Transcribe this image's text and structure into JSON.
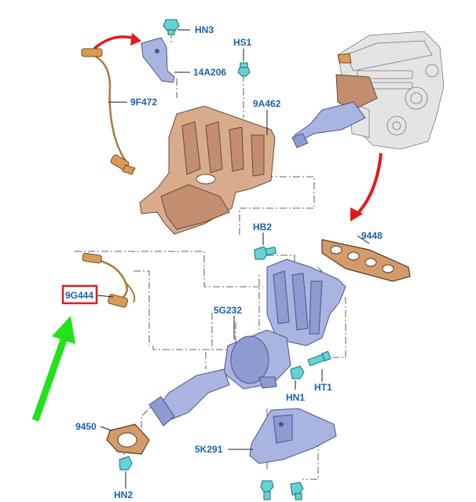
{
  "labels": {
    "hn3": "HN3",
    "hs1": "HS1",
    "a14206": "14A206",
    "f9472": "9F472",
    "a9462": "9A462",
    "hb2": "HB2",
    "n9448": "9448",
    "g9444": "9G444",
    "g5232": "5G232",
    "hn1": "HN1",
    "ht1": "HT1",
    "n9450": "9450",
    "k5291": "5K291",
    "hn2": "HN2"
  },
  "colors": {
    "label_text": "#1a5fb4",
    "highlight_box": "#d42020",
    "red_arrow": "#e21a1a",
    "green_arrow": "#22e21a",
    "fastener": "#62d3d7",
    "heat_shield": "#d9ab8d",
    "manifold": "#a9b4e0",
    "gasket": "#d39a6a",
    "oxygen_sensor": "#d99a58"
  },
  "highlighted_label": "9G444"
}
